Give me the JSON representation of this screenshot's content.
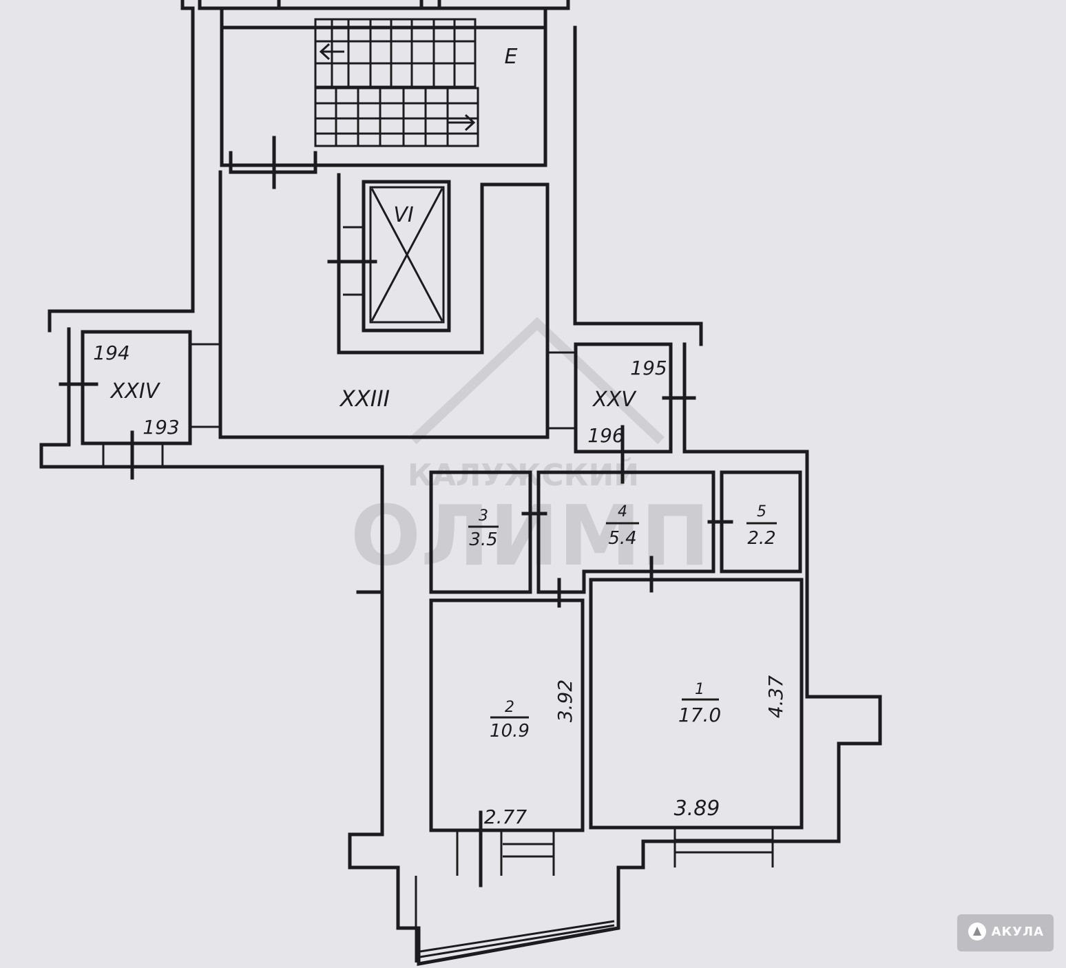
{
  "watermark": {
    "line1": "КАЛУЖСКИЙ",
    "line2": "ОЛИМП"
  },
  "logo": {
    "text": "АКУЛА",
    "icon": "shark-logo-icon"
  },
  "common_areas": {
    "stair": "E",
    "elevator": "VI",
    "hall": "XXIII",
    "vestibule_left": "XXIV",
    "vestibule_right": "XXV"
  },
  "door_numbers": {
    "n194": "194",
    "n193": "193",
    "n195": "195",
    "n196": "196"
  },
  "rooms": [
    {
      "number": "1",
      "area": "17.0"
    },
    {
      "number": "2",
      "area": "10.9"
    },
    {
      "number": "3",
      "area": "3.5"
    },
    {
      "number": "4",
      "area": "5.4"
    },
    {
      "number": "5",
      "area": "2.2"
    }
  ],
  "dimensions": {
    "room2_height": "3.92",
    "room2_width": "2.77",
    "room1_height": "4.37",
    "room1_width": "3.89"
  }
}
